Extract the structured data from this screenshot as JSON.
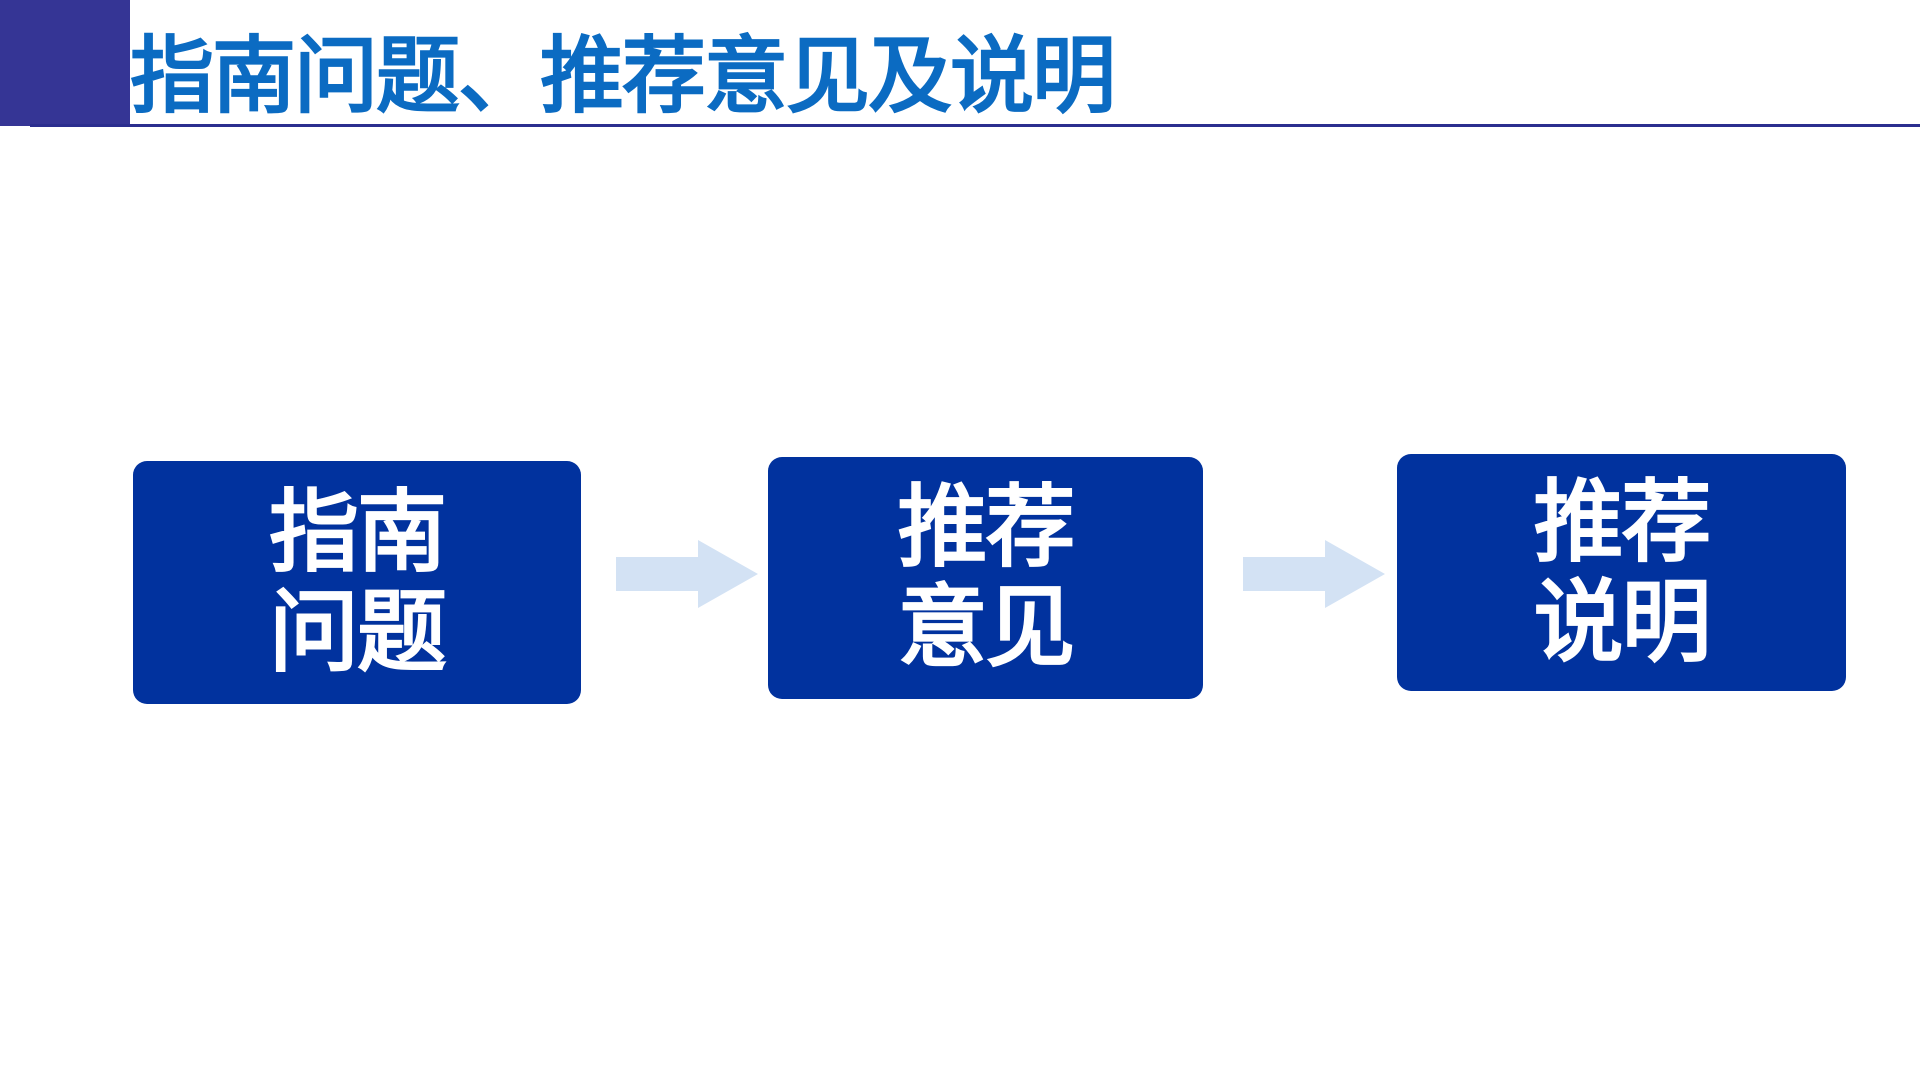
{
  "slide": {
    "title": "指南问题、推荐意见及说明"
  },
  "flow": {
    "steps": [
      {
        "label": "指南\n问题"
      },
      {
        "label": "推荐\n意见"
      },
      {
        "label": "推荐\n说明"
      }
    ]
  },
  "colors": {
    "title_text": "#0b6bc2",
    "corner_block": "#353595",
    "header_line": "#2b2e8f",
    "box_fill": "#01329e",
    "box_text": "#ffffff",
    "arrow_fill": "#d3e2f4"
  }
}
